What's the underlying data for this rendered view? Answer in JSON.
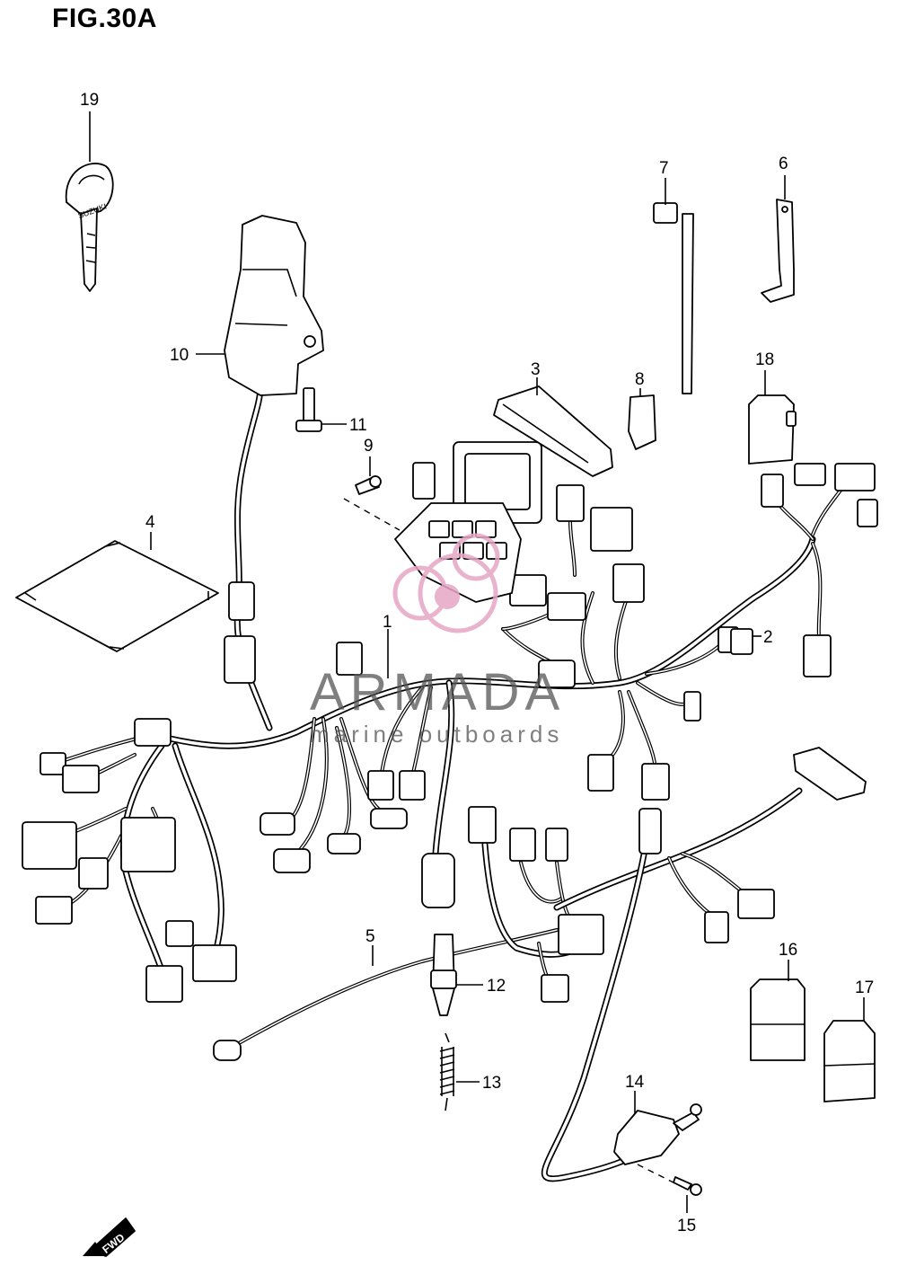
{
  "figure": {
    "title": "FIG.30A"
  },
  "callouts": [
    {
      "id": "1",
      "label": "1"
    },
    {
      "id": "2",
      "label": "2"
    },
    {
      "id": "3",
      "label": "3"
    },
    {
      "id": "4",
      "label": "4"
    },
    {
      "id": "5",
      "label": "5"
    },
    {
      "id": "6",
      "label": "6"
    },
    {
      "id": "7",
      "label": "7"
    },
    {
      "id": "8",
      "label": "8"
    },
    {
      "id": "9",
      "label": "9"
    },
    {
      "id": "10",
      "label": "10"
    },
    {
      "id": "11",
      "label": "11"
    },
    {
      "id": "12",
      "label": "12"
    },
    {
      "id": "13",
      "label": "13"
    },
    {
      "id": "14",
      "label": "14"
    },
    {
      "id": "15",
      "label": "15"
    },
    {
      "id": "16",
      "label": "16"
    },
    {
      "id": "17",
      "label": "17"
    },
    {
      "id": "18",
      "label": "18"
    },
    {
      "id": "19",
      "label": "19"
    }
  ],
  "key": {
    "brand_text": "SUZUKI"
  },
  "direction_badge": {
    "text": "FWD"
  },
  "watermark": {
    "brand": "ARMADA",
    "tagline": "marine outboards",
    "logo_color": "#e6a6c6"
  }
}
